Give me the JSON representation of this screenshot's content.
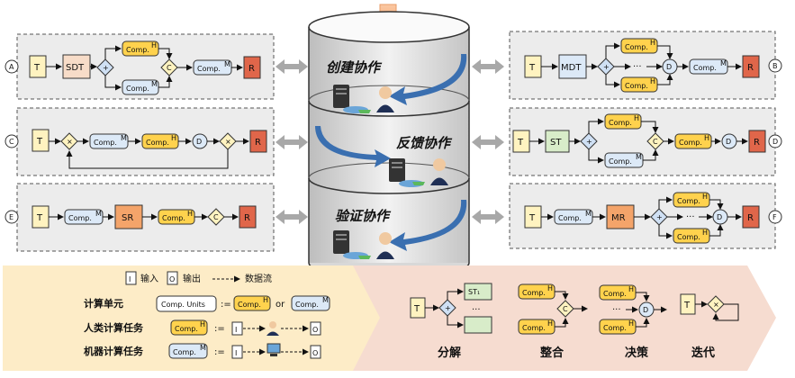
{
  "cylinder": {
    "sections": [
      "创建协作",
      "反馈协作",
      "验证协作"
    ]
  },
  "panels": {
    "A": {
      "letter": "A",
      "nodes": {
        "t": "T",
        "doc": "SDT",
        "split": "+",
        "join": "C",
        "out": "R"
      }
    },
    "B": {
      "letter": "B",
      "nodes": {
        "t": "T",
        "doc": "MDT",
        "split": "+",
        "ellipsis": "···",
        "join": "D",
        "out": "R"
      }
    },
    "C": {
      "letter": "C",
      "nodes": {
        "t": "T",
        "x1": "×",
        "d": "D",
        "x2": "×",
        "out": "R"
      }
    },
    "D": {
      "letter": "D",
      "nodes": {
        "t": "T",
        "doc": "ST",
        "split": "+",
        "join": "C",
        "d": "D",
        "out": "R"
      }
    },
    "E": {
      "letter": "E",
      "nodes": {
        "t": "T",
        "doc": "SR",
        "join": "C",
        "out": "R"
      }
    },
    "F": {
      "letter": "F",
      "nodes": {
        "t": "T",
        "doc": "MR",
        "split": "+",
        "ellipsis": "···",
        "join": "D",
        "out": "R"
      }
    }
  },
  "comp": {
    "label": "Comp.",
    "human_badge": "H",
    "machine_badge": "M"
  },
  "legend": {
    "input_glyph": "I",
    "input_label": "输入",
    "output_glyph": "O",
    "output_label": "输出",
    "dataflow_label": "数据流",
    "units_row_label": "计算单元",
    "units_box": "Comp. Units",
    "assign": ":=",
    "or_label": "or",
    "human_row_label": "人类计算任务",
    "machine_row_label": "机器计算任务"
  },
  "ops": {
    "decompose": {
      "label": "分解",
      "t": "T",
      "st": "ST₁",
      "plus": "+",
      "dots": "···"
    },
    "integrate": {
      "label": "整合",
      "c": "C"
    },
    "decide": {
      "label": "决策",
      "d": "D",
      "dots": "···"
    },
    "iterate": {
      "label": "迭代",
      "t": "T",
      "x": "×"
    }
  },
  "colors": {
    "human": "#ffd24d",
    "machine": "#dce9f7",
    "output_r": "#e0664a",
    "panel_bg": "#ececec",
    "legend_bg": "#fdecc7",
    "ops_bg": "#f6dcd0",
    "arrow_blue": "#3a6fb0"
  }
}
